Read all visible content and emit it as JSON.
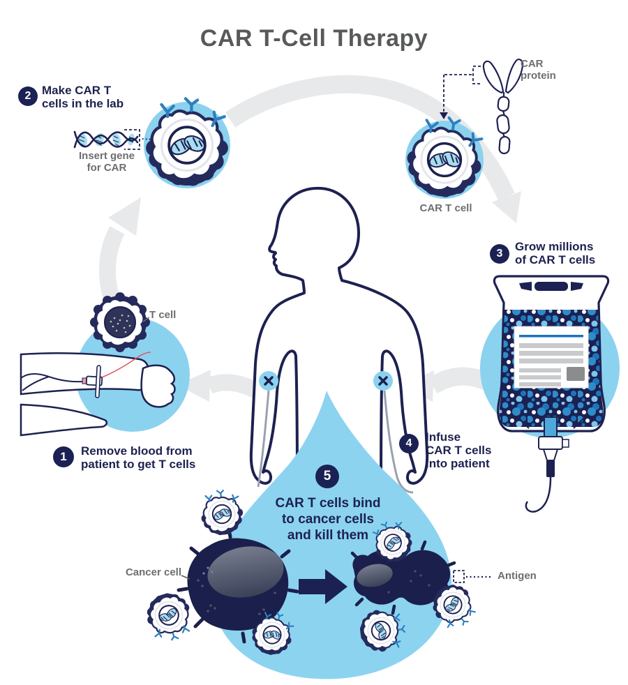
{
  "title": "CAR T-Cell Therapy",
  "steps": {
    "s1": {
      "num": "1",
      "text": "Remove blood from\npatient to get T cells"
    },
    "s2": {
      "num": "2",
      "text": "Make CAR T\ncells in the lab"
    },
    "s3": {
      "num": "3",
      "text": "Grow millions\nof CAR T cells"
    },
    "s4": {
      "num": "4",
      "text": "Infuse\nCAR T cells\ninto patient"
    },
    "s5": {
      "num": "5",
      "text": "CAR T cells bind\nto cancer cells\nand kill them"
    }
  },
  "labels": {
    "insert_gene": "Insert gene\nfor CAR",
    "car_protein": "CAR\nprotein",
    "car_t_cell": "CAR T cell",
    "t_cell": "T cell",
    "cancer_cell": "Cancer cell",
    "antigen": "Antigen"
  },
  "colors": {
    "navy_ink": "#1d2150",
    "badge_navy": "#1B2153",
    "light_blue": "#8BD2EF",
    "title_gray": "#58595B",
    "label_gray": "#6D6E71",
    "arrow_gray": "#E8E9EA",
    "medium_blue": "#1C75BC",
    "receptor_blue": "#2E7FC1"
  }
}
